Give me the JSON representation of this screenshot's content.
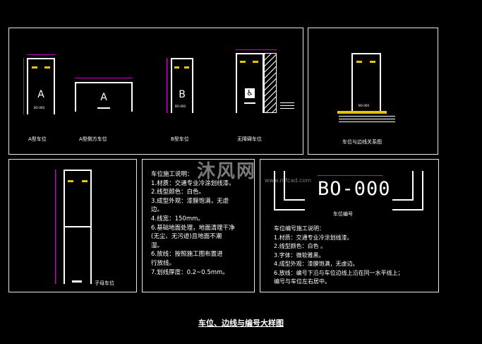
{
  "labels": {
    "a_stall": "A型车位",
    "a_parallel": "A型侧方车位",
    "b_stall": "B型车位",
    "accessible": "无障碍车位",
    "curb_relation": "车位与边线关系图",
    "child_mother": "子母车位",
    "numbering": "车位编号"
  },
  "letters": {
    "a": "A",
    "a_side": "A",
    "b": "B"
  },
  "code_sample": "BO-000",
  "small_code": "BO-000",
  "construction_notes": {
    "heading": "车位施工说明：",
    "lines": [
      "1.材质：交通专业冷涂划线漆。",
      "2.线型颜色：白色。",
      "3.成型外观：漆膜饱满，无虚",
      "边。",
      "4.线宽：150mm。",
      "6.基础地面处理，地面清理干净",
      "(无尘、无污迹)且地面不潮",
      "湿。",
      "6.放线：按照施工图布置进",
      "行放线。",
      "7.划线厚度：0.2~0.5mm。"
    ]
  },
  "numbering_notes": {
    "heading": "车位编号施工说明：",
    "lines": [
      "1.材质：交通专业冷涂划线漆。",
      "2.线型颜色：白色 。",
      "3.字体：微软雅黑。",
      "4.成型外观：漆膜饱满，无虚边。",
      "6.放线：编号下沿与车位边线上沿在同一水平线上；",
      "编号与车位左右居中。"
    ]
  },
  "title": "车位、边线与编号大样图",
  "watermark": "沐风网",
  "watermark_url": "www.mfcad.com",
  "colors": {
    "dimension": "#d000d0",
    "curb": "#e8c400",
    "line": "#ffffff"
  }
}
